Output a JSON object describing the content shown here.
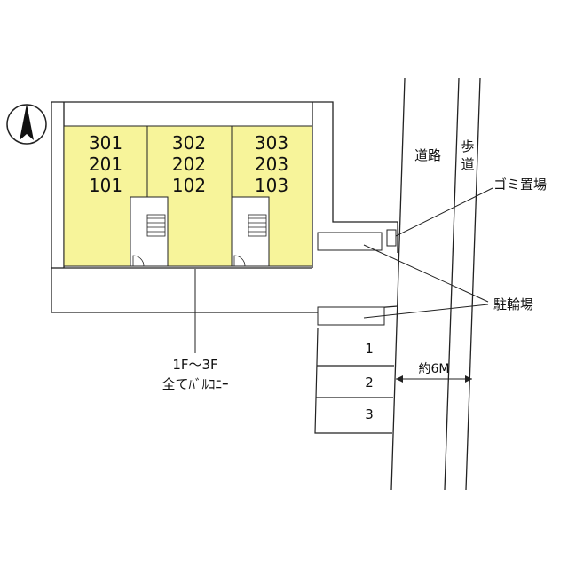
{
  "units": [
    {
      "floors": [
        "301",
        "201",
        "101"
      ]
    },
    {
      "floors": [
        "302",
        "202",
        "102"
      ]
    },
    {
      "floors": [
        "303",
        "203",
        "103"
      ]
    }
  ],
  "balcony_note": {
    "line1": "1F～3F",
    "line2": "全てﾊﾞﾙｺﾆｰ"
  },
  "road_label": "道路",
  "sidewalk_label": [
    "歩",
    "道"
  ],
  "garbage_label": "ゴミ置場",
  "bicycle_label": "駐輪場",
  "road_width_label": "約6M",
  "parking_spaces": [
    "1",
    "2",
    "3"
  ],
  "compass": {
    "icon": "north-arrow-icon"
  },
  "colors": {
    "unit_fill": "#f7f49a",
    "line": "#222222"
  }
}
